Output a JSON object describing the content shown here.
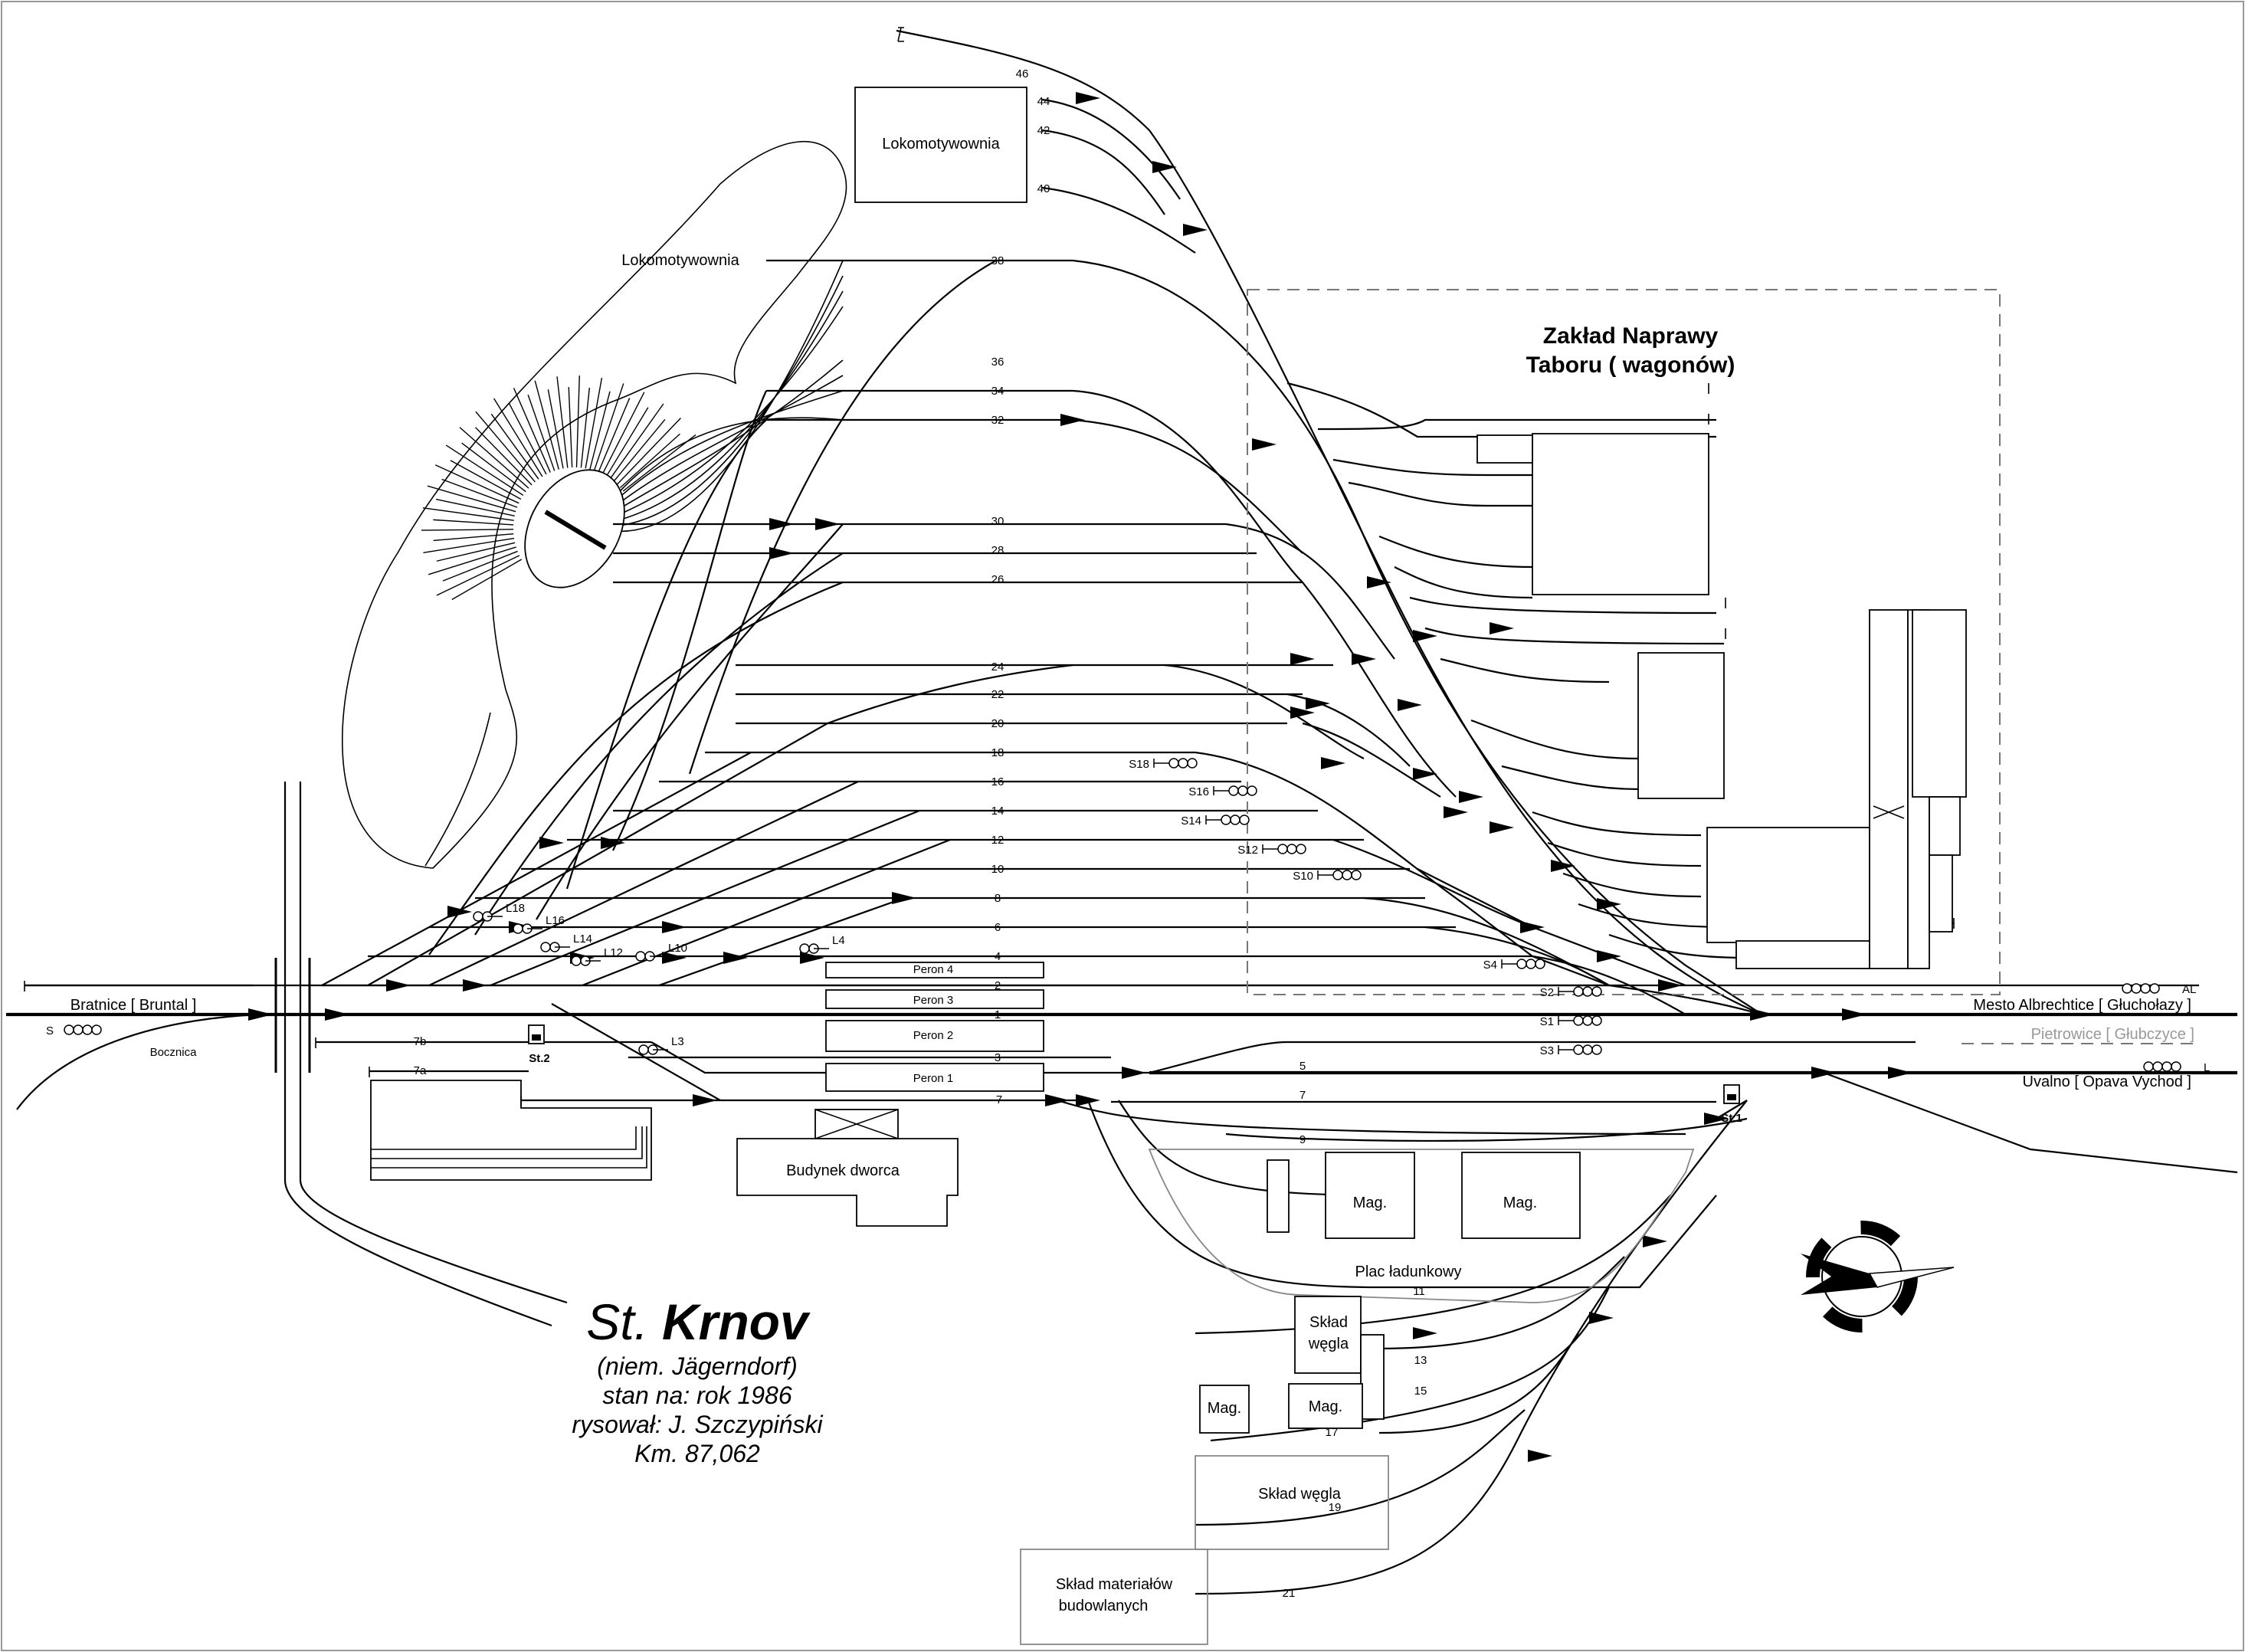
{
  "title": {
    "prefix": "St.",
    "name": "Krnov"
  },
  "subtitle": [
    "(niem. Jägerndorf)",
    "stan na: rok 1986",
    "rysował: J. Szczypiński",
    "Km. 87,062"
  ],
  "workshop": {
    "line1": "Zakład Naprawy",
    "line2": "Taboru ( wagonów)"
  },
  "buildings": {
    "depot_large": "Lokomotywownia",
    "depot_small": "Lokomotywownia",
    "station": "Budynek dworca",
    "warehouse": "Mag.",
    "coal_store_1": [
      "Skład",
      "węgla"
    ],
    "coal_store_2": "Skład  węgla",
    "materials_store": [
      "Skład  materiałów",
      "budowlanych"
    ],
    "loading_yard": "Plac ładunkowy"
  },
  "platforms": [
    "Peron 4",
    "Peron 3",
    "Peron 2",
    "Peron 1"
  ],
  "directions": {
    "west": "Bratnice [ Bruntal ]",
    "siding": "Bocznica",
    "east_1": "Mesto Albrechtice [ Głuchołazy ]",
    "east_2": "Pietrowice [ Głubczyce ]",
    "east_3": "Uvalno [ Opava Vychod ]"
  },
  "posts": [
    "St.2",
    "St.1"
  ],
  "track_numbers": {
    "fan": [
      "46",
      "44",
      "42",
      "40",
      "38",
      "36",
      "34",
      "32",
      "30",
      "28",
      "26",
      "24",
      "22",
      "20",
      "18",
      "16",
      "14",
      "12",
      "10",
      "8",
      "6",
      "4",
      "2",
      "1",
      "3",
      "5",
      "7",
      "9"
    ],
    "west": [
      "7b",
      "7a",
      "7"
    ],
    "yard": [
      "11",
      "13",
      "15",
      "17",
      "19",
      "21"
    ]
  },
  "signals_east": [
    "S18",
    "S16",
    "S14",
    "S12",
    "S10",
    "S4",
    "S2",
    "S1",
    "S3"
  ],
  "signals_west": [
    "L18",
    "L16",
    "L14",
    "L12",
    "L10",
    "L4",
    "L3"
  ],
  "signals_entry": [
    "S",
    "AL",
    "L"
  ]
}
